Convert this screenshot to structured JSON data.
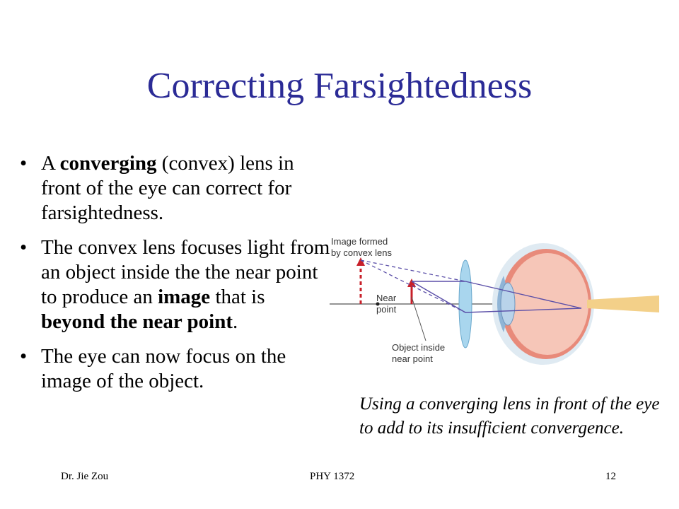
{
  "slide": {
    "title": "Correcting Farsightedness",
    "bullets": [
      {
        "parts": [
          {
            "t": "A "
          },
          {
            "t": "converging",
            "b": true
          },
          {
            "t": " (convex) lens in front of the eye can correct for farsightedness."
          }
        ]
      },
      {
        "parts": [
          {
            "t": "The convex lens focuses light from an object inside the the near point to produce an "
          },
          {
            "t": "image",
            "b": true
          },
          {
            "t": " that is "
          },
          {
            "t": "beyond the near point",
            "b": true
          },
          {
            "t": "."
          }
        ]
      },
      {
        "parts": [
          {
            "t": "The eye can now focus on the image of the object."
          }
        ]
      }
    ],
    "caption": "Using a converging lens in front of the eye to add to its insufficient convergence.",
    "bullet_glyph": "•"
  },
  "figure": {
    "label_image_1": "Image formed",
    "label_image_2": "by convex lens",
    "label_near_1": "Near",
    "label_near_2": "point",
    "label_object_1": "Object inside",
    "label_object_2": "near point",
    "colors": {
      "ray": "#5b4fa8",
      "arrow": "#c8202a",
      "lens": "#a9d6ee",
      "eye": "#f4b8a8",
      "axis": "#555555"
    }
  },
  "footer": {
    "left": "Dr. Jie Zou",
    "center": "PHY 1372",
    "right": "12"
  }
}
